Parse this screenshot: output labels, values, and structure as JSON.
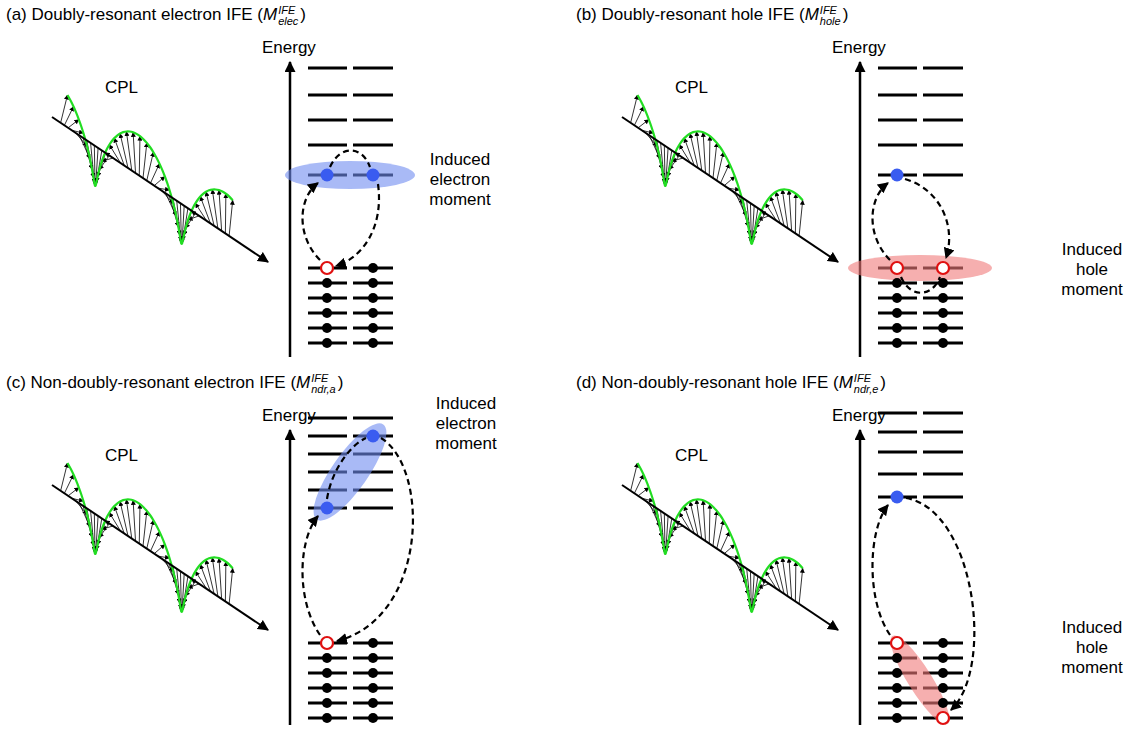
{
  "diagram": {
    "labels": [
      "(a) Doubly-resonant electron IFE (",
      "M",
      "IFE",
      "elec",
      ")",
      "CPL",
      "Energy",
      "Induced electron moment",
      "(b) Doubly-resonant hole IFE (",
      "M",
      "IFE",
      "hole",
      ")",
      "CPL",
      "Energy",
      "Induced hole moment",
      "(c) Non-doubly-resonant electron IFE (",
      "M",
      "IFE",
      "ndr,a",
      ")",
      "CPL",
      "Energy",
      "Induced electron moment",
      "(d) Non-doubly-resonant hole IFE (",
      "M",
      "IFE",
      "ndr,e",
      ")",
      "CPL",
      "Energy",
      "Induced hole moment"
    ]
  }
}
